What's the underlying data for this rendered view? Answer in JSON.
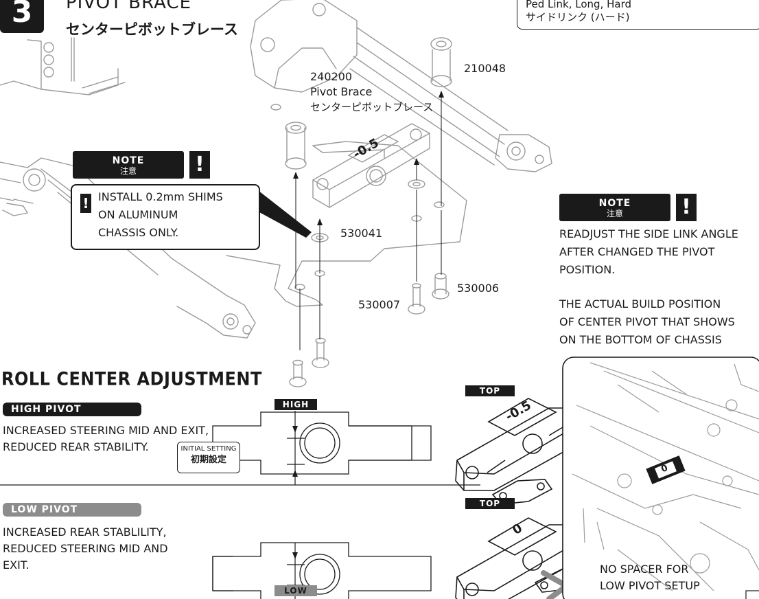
{
  "step": {
    "number": "3",
    "title_en": "PIVOT BRACE",
    "title_jp": "センターピボットブレース"
  },
  "part_box": {
    "line1": "Ped Link, Long, Hard",
    "line2": "サイドリンク (ハード)"
  },
  "parts": {
    "pivot_brace": {
      "number": "240200",
      "name_en": "Pivot Brace",
      "name_jp": "センターピボットブレース"
    },
    "spacer_top": "210048",
    "shim": "530041",
    "screw_a": "530007",
    "screw_b": "530006"
  },
  "notes": {
    "tag_en": "NOTE",
    "tag_jp": "注意",
    "exclaim": "!",
    "shims": [
      "INSTALL 0.2mm SHIMS",
      "ON ALUMINUM",
      "CHASSIS ONLY."
    ],
    "readjust": [
      "READJUST THE SIDE LINK ANGLE",
      "AFTER CHANGED THE PIVOT",
      "POSITION."
    ],
    "actual": [
      "THE ACTUAL BUILD POSITION",
      "OF CENTER PIVOT THAT SHOWS",
      "ON THE BOTTOM OF CHASSIS"
    ]
  },
  "roll_center": {
    "title": "ROLL CENTER ADJUSTMENT",
    "high": {
      "pill": "HIGH PIVOT",
      "tag": "HIGH",
      "desc": [
        "INCREASED STEERING MID AND EXIT,",
        "REDUCED REAR STABILITY."
      ],
      "initial_en": "INITIAL SETTING",
      "initial_jp": "初期設定",
      "top_tag": "TOP",
      "brace_value": "-0.5"
    },
    "low": {
      "pill": "LOW PIVOT",
      "tag": "LOW",
      "desc": [
        "INCREASED REAR STABLILITY,",
        "REDUCED STEERING MID AND",
        "EXIT."
      ],
      "top_tag": "TOP",
      "brace_value": "0",
      "no_spacer": [
        "NO SPACER FOR",
        "LOW PIVOT SETUP"
      ]
    },
    "chassis_marker": "0",
    "top_brace_value": "-0.5"
  },
  "colors": {
    "ink": "#1a1a1a",
    "gray_pill": "#8c8c8c",
    "line_gray": "#9a9a9a",
    "paper": "#ffffff"
  }
}
